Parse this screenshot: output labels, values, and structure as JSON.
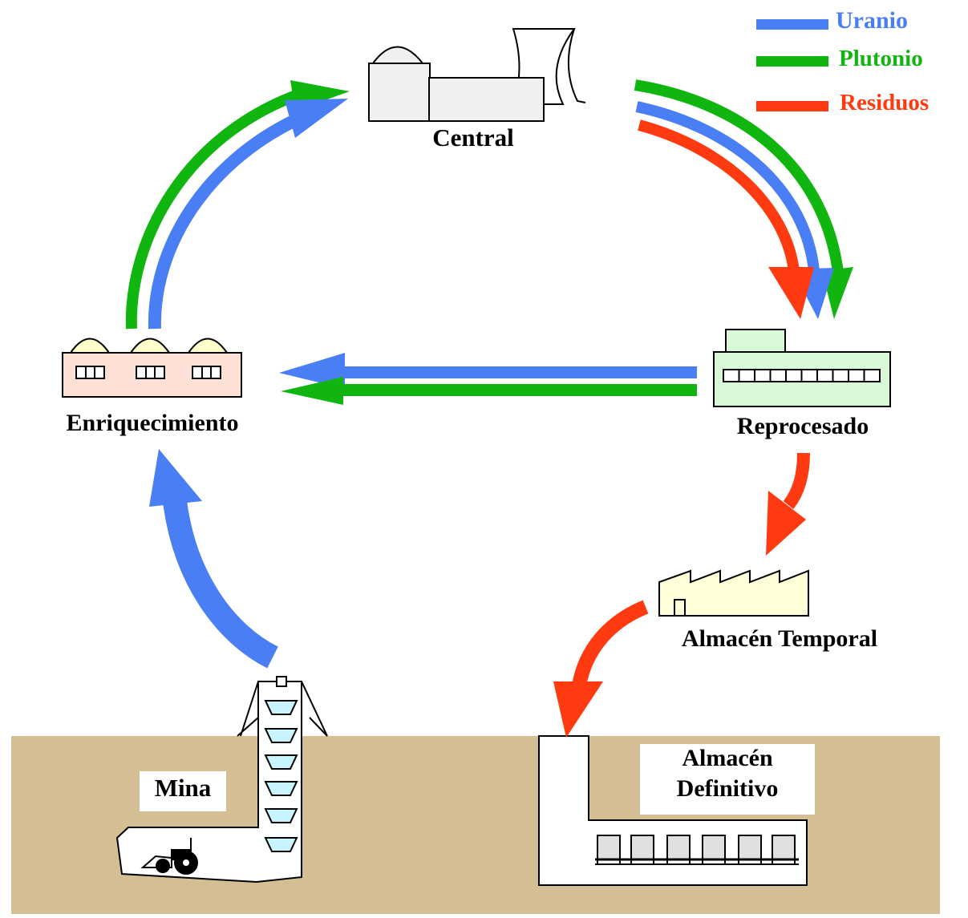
{
  "legend": {
    "uranio": "Uranio",
    "plutonio": "Plutonio",
    "residuos": "Residuos"
  },
  "nodes": {
    "central": "Central",
    "enriquecimiento": "Enriquecimiento",
    "reprocesado": "Reprocesado",
    "almacen_temporal": "Almacén Temporal",
    "mina": "Mina",
    "almacen_definitivo_1": "Almacén",
    "almacen_definitivo_2": "Definitivo"
  },
  "colors": {
    "uranio": "#4a7ef5",
    "plutonio": "#10b510",
    "residuos": "#ff3a10",
    "ground": "#d4bf94"
  }
}
